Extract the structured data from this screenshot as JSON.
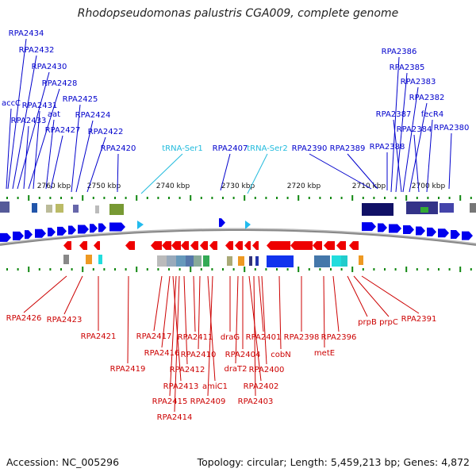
{
  "title": "Rhodopseudomonas palustris CGA009, complete genome",
  "footer": {
    "accession": "Accession: NC_005296",
    "summary": "Topology: circular; Length: 5,459,213 bp; Genes: 4,872"
  },
  "colors": {
    "forward_gene": "#0000ee",
    "reverse_gene": "#ee0000",
    "trna": "#22bbee",
    "tick": "#118811",
    "backbone": "#999999",
    "top_label": "#0000cc",
    "bottom_label": "#cc0000",
    "trna_label": "#22bbdd"
  },
  "scale_labels": [
    "2760 kbp",
    "2750 kbp",
    "2740 kbp",
    "2730 kbp",
    "2720 kbp",
    "2710 kbp",
    "2700 kbp"
  ],
  "top_labels": [
    "RPA2434",
    "RPA2432",
    "RPA2430",
    "RPA2428",
    "RPA2431",
    "accC",
    "aat",
    "RPA2425",
    "RPA2433",
    "RPA2424",
    "RPA2427",
    "RPA2422",
    "RPA2420",
    "tRNA-Ser1",
    "RPA2407",
    "tRNA-Ser2",
    "RPA2390",
    "RPA2389",
    "RPA2388",
    "RPA2386",
    "RPA2385",
    "RPA2383",
    "RPA2382",
    "RPA2387",
    "fecR4",
    "RPA2384",
    "RPA2380"
  ],
  "bottom_labels": [
    "RPA2426",
    "RPA2423",
    "RPA2421",
    "RPA2419",
    "RPA2417",
    "RPA2416",
    "RPA2413",
    "RPA2415",
    "RPA2414",
    "RPA2412",
    "RPA2411",
    "RPA2410",
    "amiC1",
    "RPA2409",
    "draG",
    "draT2",
    "RPA2404",
    "RPA2402",
    "RPA2403",
    "RPA2401",
    "RPA2400",
    "cobN",
    "RPA2398",
    "metE",
    "RPA2396",
    "prpB",
    "prpC",
    "RPA2391"
  ]
}
